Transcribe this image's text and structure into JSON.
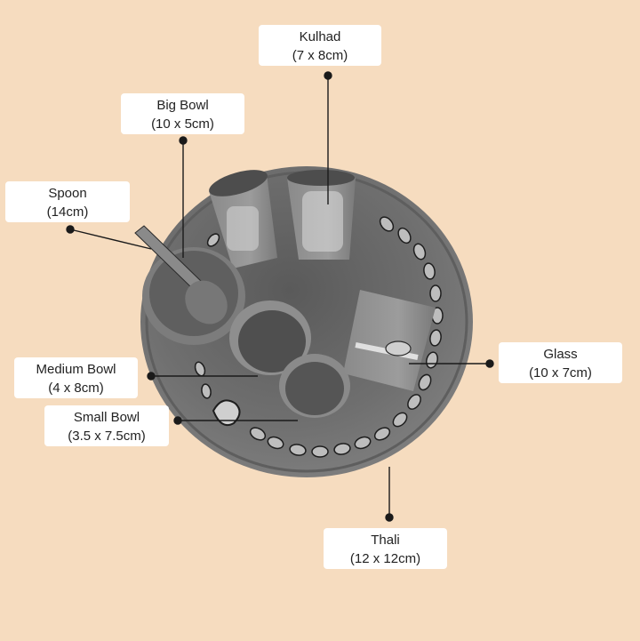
{
  "colors": {
    "background": "#f6dcbf",
    "label_bg": "#ffffff",
    "text": "#222222",
    "leader": "#1a1a1a",
    "plate": "#6e6e6e"
  },
  "product": {
    "description": "Painted clay thali set (grayscale photo) with kulhads, bowls, glass and spoon"
  },
  "labels": {
    "kulhad": {
      "name": "Kulhad",
      "size": "(7 x 8cm)"
    },
    "big_bowl": {
      "name": "Big Bowl",
      "size": "(10 x 5cm)"
    },
    "spoon": {
      "name": "Spoon",
      "size": "(14cm)"
    },
    "medium_bowl": {
      "name": "Medium Bowl",
      "size": "(4 x 8cm)"
    },
    "small_bowl": {
      "name": "Small Bowl",
      "size": "(3.5 x 7.5cm)"
    },
    "glass": {
      "name": "Glass",
      "size": "(10 x 7cm)"
    },
    "thali": {
      "name": "Thali",
      "size": "(12 x 12cm)"
    }
  }
}
